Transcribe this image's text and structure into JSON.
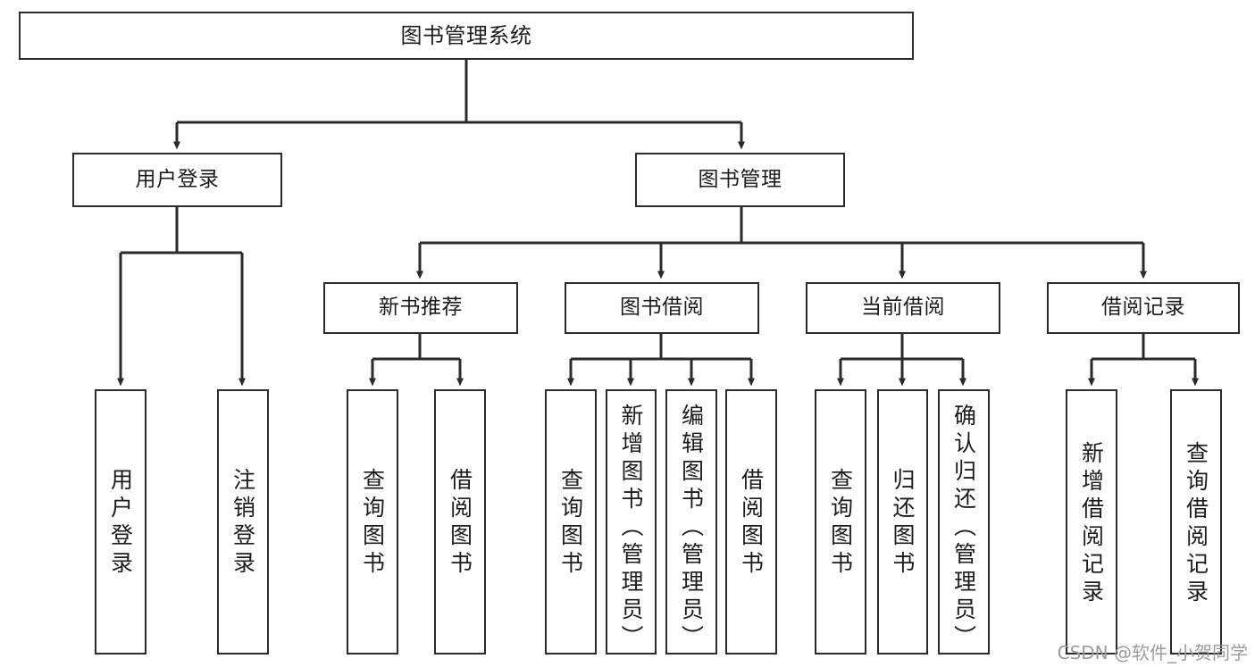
{
  "diagram": {
    "title": "图书管理系统",
    "type": "tree",
    "colors": {
      "box_border": "#2b2b2b",
      "box_fill": "#ffffff",
      "edge": "#2b2b2b",
      "text": "#1c1c1c",
      "watermark": "#9b9b9b",
      "background": "#ffffff"
    },
    "levels": {
      "root": {
        "label": "图书管理系统"
      },
      "level2": [
        {
          "label": "用户登录"
        },
        {
          "label": "图书管理"
        }
      ],
      "level3": [
        {
          "label": "新书推荐"
        },
        {
          "label": "图书借阅"
        },
        {
          "label": "当前借阅"
        },
        {
          "label": "借阅记录"
        }
      ],
      "level4": [
        {
          "label": "用户登录",
          "parent": "用户登录"
        },
        {
          "label": "注销登录",
          "parent": "用户登录"
        },
        {
          "label": "查询图书",
          "parent": "新书推荐"
        },
        {
          "label": "借阅图书",
          "parent": "新书推荐"
        },
        {
          "label": "查询图书",
          "parent": "图书借阅"
        },
        {
          "label": "新增图书（管理员）",
          "parent": "图书借阅"
        },
        {
          "label": "编辑图书（管理员）",
          "parent": "图书借阅"
        },
        {
          "label": "借阅图书",
          "parent": "图书借阅"
        },
        {
          "label": "查询图书",
          "parent": "当前借阅"
        },
        {
          "label": "归还图书",
          "parent": "当前借阅"
        },
        {
          "label": "确认归还（管理员）",
          "parent": "当前借阅"
        },
        {
          "label": "新增借阅记录",
          "parent": "借阅记录"
        },
        {
          "label": "查询借阅记录",
          "parent": "借阅记录"
        }
      ]
    }
  },
  "watermark": {
    "text": "CSDN @软件_小贺同学"
  }
}
